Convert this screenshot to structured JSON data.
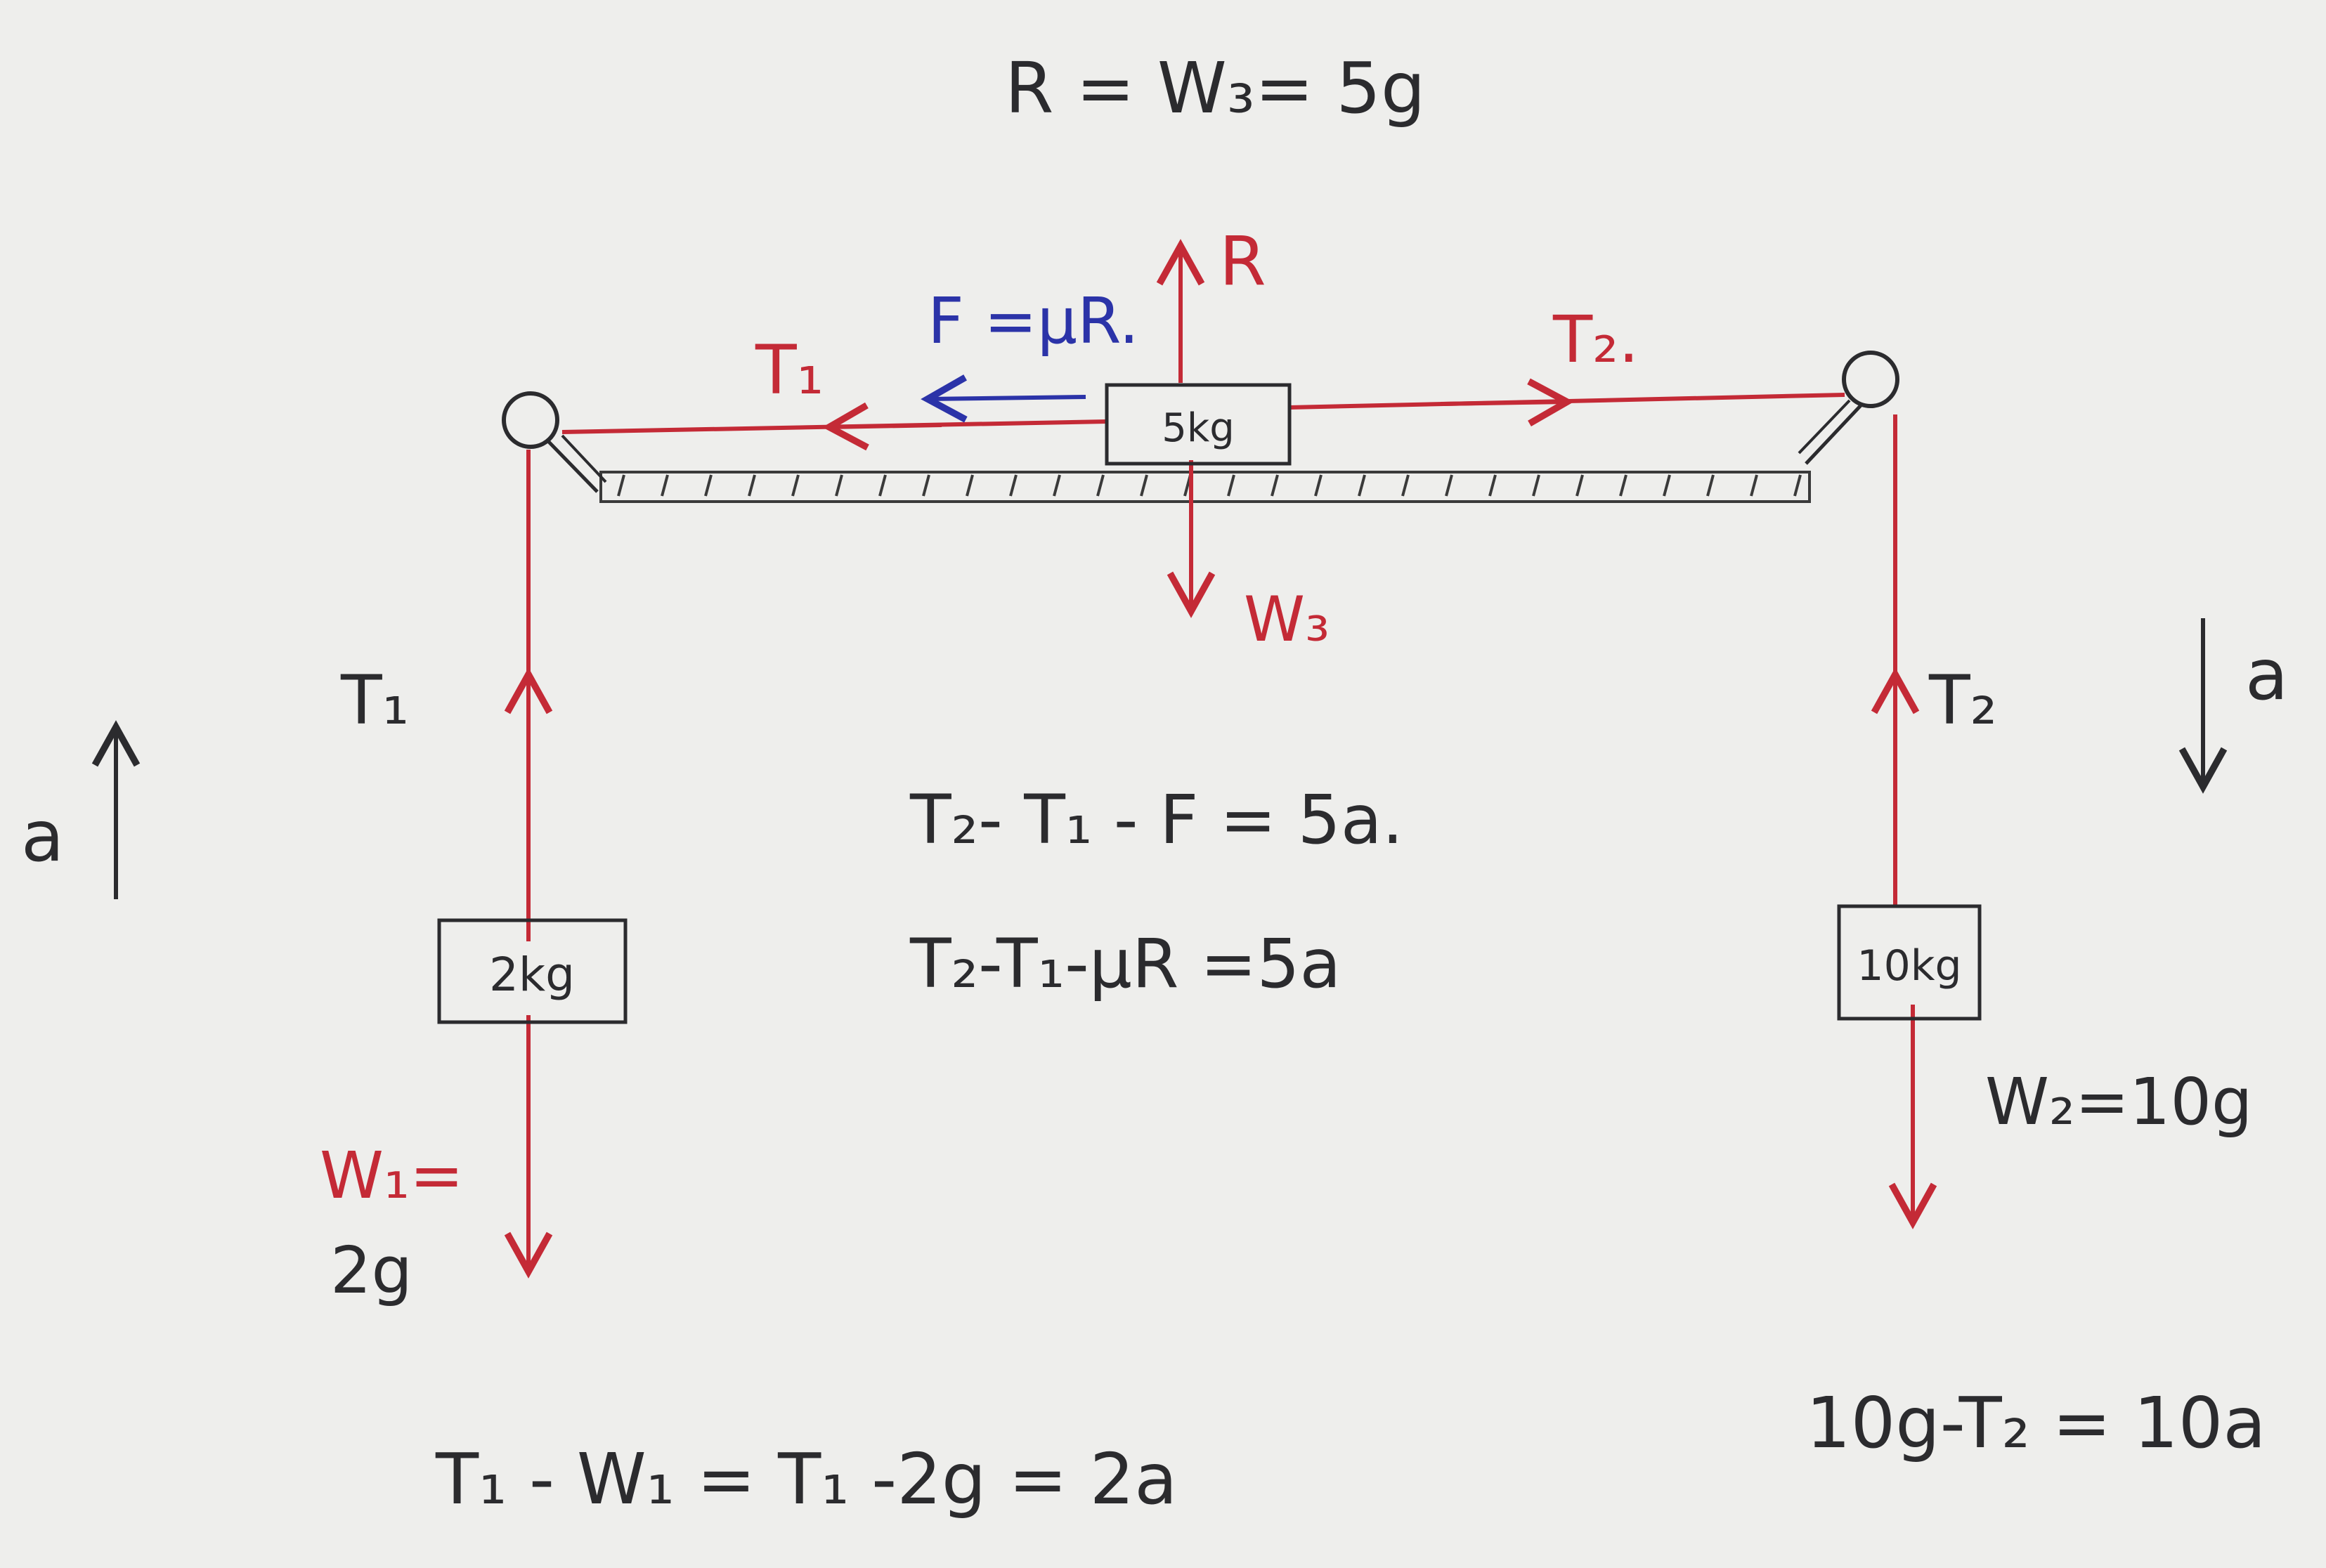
{
  "colors": {
    "paper": "#eeeeec",
    "ink": "#2b2b2e",
    "red": "#c42a36",
    "blue": "#2b33a8"
  },
  "diagram": {
    "top_equation": "R = W₃= 5g",
    "table_block": {
      "mass": "5kg"
    },
    "left_block": {
      "mass": "2kg"
    },
    "right_block": {
      "mass": "10kg"
    },
    "forces": {
      "normal": "R",
      "friction": "F =μR.",
      "tension_left_top": "T₁",
      "tension_right_top": "T₂.",
      "weight_table": "W₃",
      "tension_left_rope": "T₁",
      "tension_right_rope": "T₂",
      "weight_left_line1": "W₁=",
      "weight_left_line2": "2g",
      "weight_right": "W₂=10g"
    },
    "accel_left": "a",
    "accel_right": "a",
    "equations": {
      "middle_1": "T₂- T₁ - F = 5a.",
      "middle_2": "T₂-T₁-μR =5a",
      "left_bottom": "T₁ - W₁ = T₁ -2g = 2a",
      "right_bottom": "10g-T₂ = 10a"
    }
  }
}
